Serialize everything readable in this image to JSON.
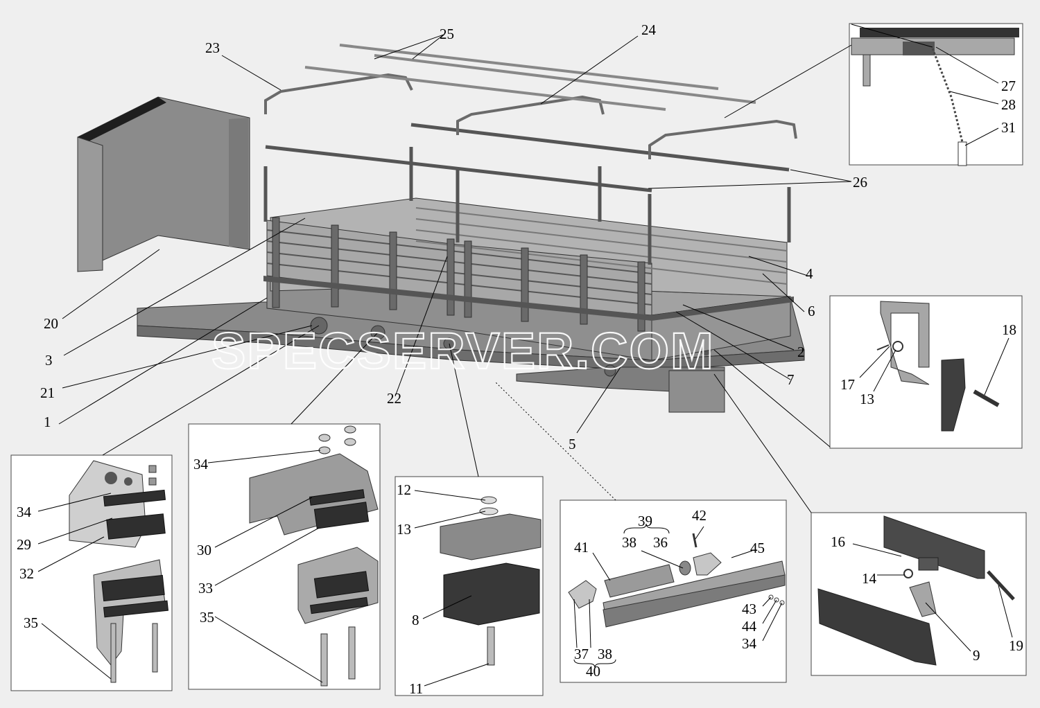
{
  "watermark": "SPECSERVER.COM",
  "colors": {
    "background": "#efefef",
    "steel": "#8a8a8a",
    "dark_steel": "#4a4a4a",
    "panel": "#ffffff"
  },
  "callouts": {
    "c1": "1",
    "c2": "2",
    "c3": "3",
    "c4": "4",
    "c5": "5",
    "c6": "6",
    "c7": "7",
    "c20": "20",
    "c21": "21",
    "c22": "22",
    "c23": "23",
    "c24": "24",
    "c25": "25",
    "c26": "26",
    "c27": "27",
    "c28": "28",
    "c31": "31",
    "c17a": "17",
    "c13a": "13",
    "c18": "18",
    "c34a": "34",
    "c29": "29",
    "c32": "32",
    "c35a": "35",
    "c34b": "34",
    "c30": "30",
    "c33": "33",
    "c35b": "35",
    "c12": "12",
    "c13b": "13",
    "c8": "8",
    "c11": "11",
    "c39": "39",
    "c38a": "38",
    "c36": "36",
    "c42": "42",
    "c41": "41",
    "c45": "45",
    "c43": "43",
    "c44": "44",
    "c34c": "34",
    "c37": "37",
    "c38b": "38",
    "c40": "40",
    "c16": "16",
    "c14": "14",
    "c9": "9",
    "c19": "19"
  }
}
